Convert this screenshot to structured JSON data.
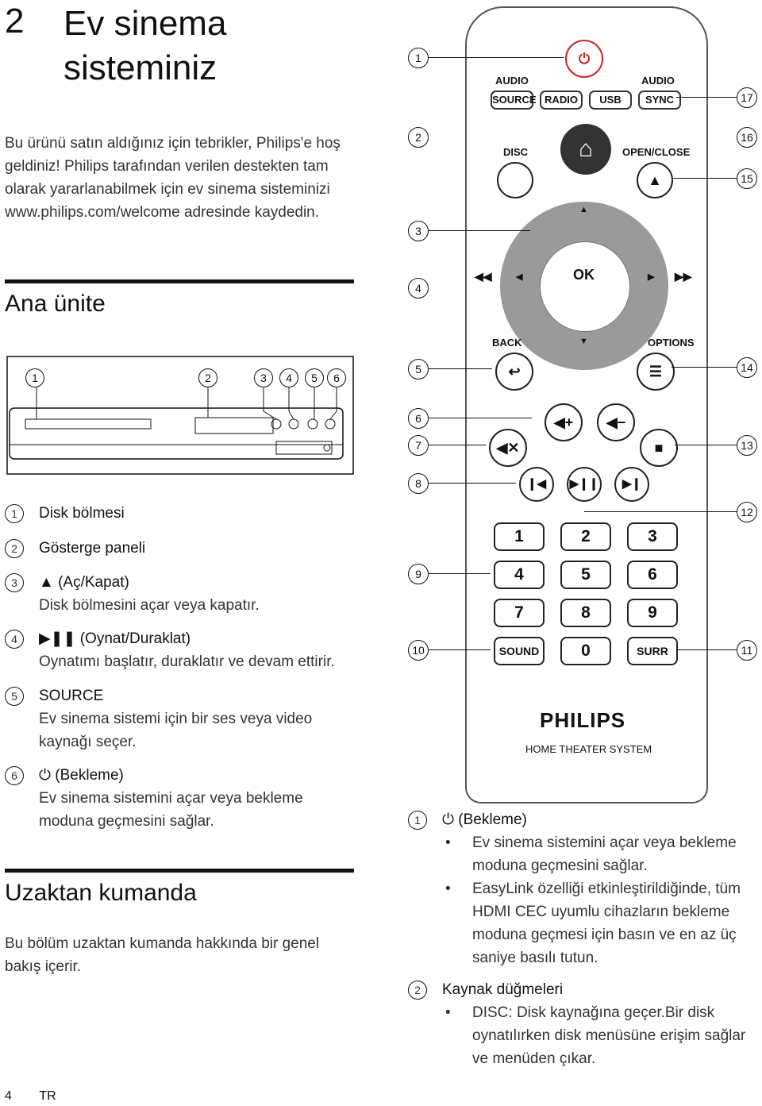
{
  "chapter": {
    "number": "2",
    "title": "Ev sinema sisteminiz"
  },
  "intro": "Bu ürünü satın aldığınız için tebrikler, Philips'e hoş geldiniz! Philips tarafından verilen destekten tam olarak yararlanabilmek için ev sinema sisteminizi www.philips.com/welcome adresinde kaydedin.",
  "main_unit": {
    "heading": "Ana ünite",
    "callouts": [
      "1",
      "2",
      "3",
      "4",
      "5",
      "6"
    ],
    "items": [
      {
        "num": "1",
        "title": "Disk bölmesi",
        "desc": ""
      },
      {
        "num": "2",
        "title": "Gösterge paneli",
        "desc": ""
      },
      {
        "num": "3",
        "title": "▲ (Aç/Kapat)",
        "desc": "Disk bölmesini açar veya kapatır."
      },
      {
        "num": "4",
        "title": "▶❚❚ (Oynat/Duraklat)",
        "desc": "Oynatımı başlatır, duraklatır ve devam ettirir."
      },
      {
        "num": "5",
        "title": "SOURCE",
        "desc": "Ev sinema sistemi için bir ses veya video kaynağı seçer."
      },
      {
        "num": "6",
        "title": "⏻ (Bekleme)",
        "desc": "Ev sinema sistemini açar veya bekleme moduna geçmesini sağlar."
      }
    ]
  },
  "remote_section": {
    "heading": "Uzaktan kumanda",
    "intro": "Bu bölüm uzaktan kumanda hakkında bir genel bakış içerir."
  },
  "remote": {
    "power": "⏻",
    "audio_label_1": "AUDIO",
    "audio_label_2": "AUDIO",
    "source_buttons": [
      "SOURCE",
      "RADIO",
      "USB",
      "SYNC"
    ],
    "disc": "DISC",
    "home": "⌂",
    "open_close": "OPEN/CLOSE",
    "eject": "▲",
    "ok": "OK",
    "up": "▲",
    "down": "▼",
    "left": "◀",
    "right": "▶",
    "rewind": "◀◀",
    "forward": "▶▶",
    "back": "BACK",
    "back_icon": "↩",
    "options": "OPTIONS",
    "options_icon": "☰",
    "vol_up": "◀+",
    "vol_down": "◀−",
    "mute": "◀✕",
    "stop": "■",
    "prev": "❙◀",
    "playpause": "▶❙❙",
    "next": "▶❙",
    "numbers": [
      "1",
      "2",
      "3",
      "4",
      "5",
      "6",
      "7",
      "8",
      "9"
    ],
    "sound": "SOUND",
    "zero": "0",
    "surr": "SURR",
    "brand": "PHILIPS",
    "subbrand": "HOME THEATER SYSTEM",
    "callouts": [
      "1",
      "2",
      "3",
      "4",
      "5",
      "6",
      "7",
      "8",
      "9",
      "10",
      "11",
      "12",
      "13",
      "14",
      "15",
      "16",
      "17"
    ]
  },
  "remote_items": [
    {
      "num": "1",
      "title": "⏻ (Bekleme)",
      "bullets": [
        "Ev sinema sistemini açar veya bekleme moduna geçmesini sağlar.",
        "EasyLink özelliği etkinleştirildiğinde, tüm HDMI CEC uyumlu cihazların bekleme moduna geçmesi için basın ve en az üç saniye basılı tutun."
      ]
    },
    {
      "num": "2",
      "title": "Kaynak düğmeleri",
      "bullets": [
        "DISC: Disk kaynağına geçer.Bir disk oynatılırken disk menüsüne erişim sağlar ve menüden çıkar."
      ]
    }
  ],
  "footer": {
    "page": "4",
    "lang": "TR"
  }
}
